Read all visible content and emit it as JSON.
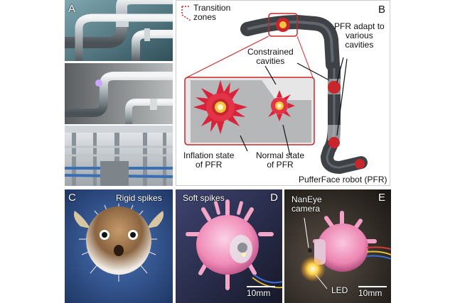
{
  "panels": {
    "a": {
      "label": "A"
    },
    "b": {
      "label": "B",
      "transition_zones": "Transition\nzones",
      "constrained_cavities": "Constrained\ncavities",
      "pfr_adapt": "PFR adapt to\nvarious\ncavities",
      "inflation_state": "Inflation state\nof PFR",
      "normal_state": "Normal state\nof PFR",
      "robot_name": "PufferFace robot (PFR)"
    },
    "c": {
      "label": "C",
      "rigid_spikes": "Rigid spikes"
    },
    "d": {
      "label": "D",
      "soft_spikes": "Soft spikes",
      "scale": "10mm"
    },
    "e": {
      "label": "E",
      "camera": "NanEye\ncamera",
      "led": "LED",
      "scale": "10mm"
    }
  },
  "colors": {
    "accent_red": "#c8262a",
    "spike_red": "#d8233a",
    "pipe_dark": "#3e4246",
    "pink_robot": "#f08cb8"
  }
}
